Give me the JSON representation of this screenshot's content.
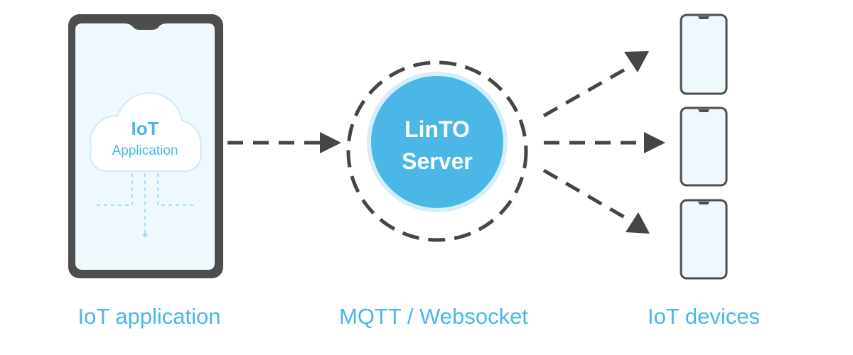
{
  "phone_app": {
    "cloud_line1": "IoT",
    "cloud_line2": "Application"
  },
  "server": {
    "line1": "LinTO",
    "line2": "Server"
  },
  "captions": {
    "left": "IoT application",
    "middle": "MQTT / Websocket",
    "right": "IoT devices"
  },
  "colors": {
    "accent_blue": "#4bb7e6",
    "phone_frame": "#4d4d4d",
    "screen_fill": "#eef8fd",
    "arrow_gray": "#454545"
  }
}
